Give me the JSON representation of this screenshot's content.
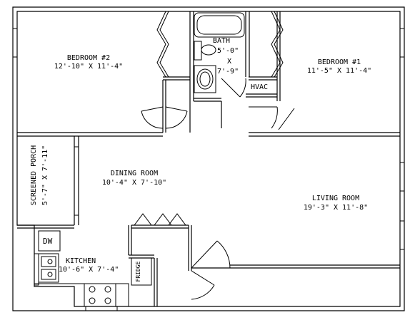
{
  "rooms": {
    "bedroom2": {
      "name": "BEDROOM #2",
      "size": "12'-10\" X 11'-4\""
    },
    "bedroom1": {
      "name": "BEDROOM #1",
      "size": "11'-5\" X 11'-4\""
    },
    "bath": {
      "name": "BATH",
      "width": "5'-0\"",
      "x": "X",
      "length": "7'-9\""
    },
    "hvac": {
      "name": "HVAC"
    },
    "screened_porch": {
      "name": "SCREENED PORCH",
      "size": "5'-7\" X 7'-11\""
    },
    "dining_room": {
      "name": "DINING ROOM",
      "size": "10'-4\" X 7'-10\""
    },
    "living_room": {
      "name": "LIVING ROOM",
      "size": "19'-3\" X 11'-8\""
    },
    "kitchen": {
      "name": "KITCHEN",
      "size": "10'-6\" X 7'-4\""
    }
  },
  "fixtures": {
    "dishwasher": "DW",
    "fridge": "FRIDGE"
  },
  "colors": {
    "line": "#000000",
    "background": "#ffffff"
  }
}
